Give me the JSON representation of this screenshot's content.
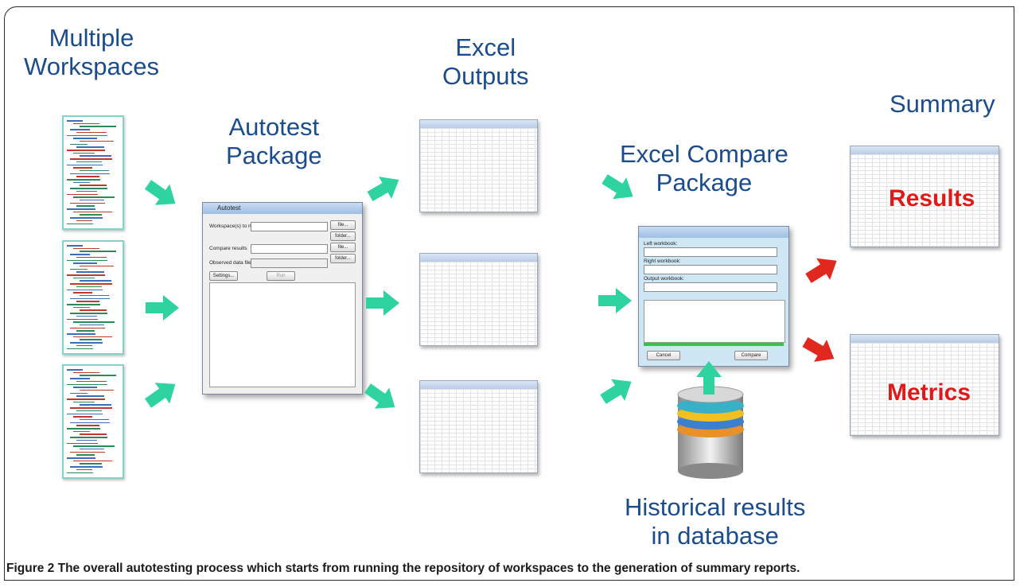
{
  "labels": {
    "workspaces_l1": "Multiple",
    "workspaces_l2": "Workspaces",
    "autotest_l1": "Autotest",
    "autotest_l2": "Package",
    "excel_l1": "Excel",
    "excel_l2": "Outputs",
    "compare_l1": "Excel Compare",
    "compare_l2": "Package",
    "summary": "Summary",
    "history_l1": "Historical results",
    "history_l2": "in database"
  },
  "summary_items": {
    "results": "Results",
    "metrics": "Metrics"
  },
  "autotest_window": {
    "title": "Autotest",
    "workspace_label": "Workspace(s) to run:",
    "compare_label": "Compare results",
    "observed_label": "Observed data file",
    "file_button": "file...",
    "folder_button": "folder...",
    "settings_button": "Settings...",
    "run_button": "Run"
  },
  "compare_window": {
    "left_label": "Left workbook:",
    "right_label": "Right workbook:",
    "output_label": "Output workbook:",
    "cancel_button": "Cancel",
    "compare_button": "Compare"
  },
  "caption": {
    "figure": "Figure 2",
    "text": "The overall autotesting process which starts from running the repository of workspaces to the generation of summary reports."
  },
  "colors": {
    "label_blue": "#1b4c8c",
    "arrow_green": "#2fd3a0",
    "arrow_red": "#e0281f",
    "result_red": "#e01919"
  }
}
